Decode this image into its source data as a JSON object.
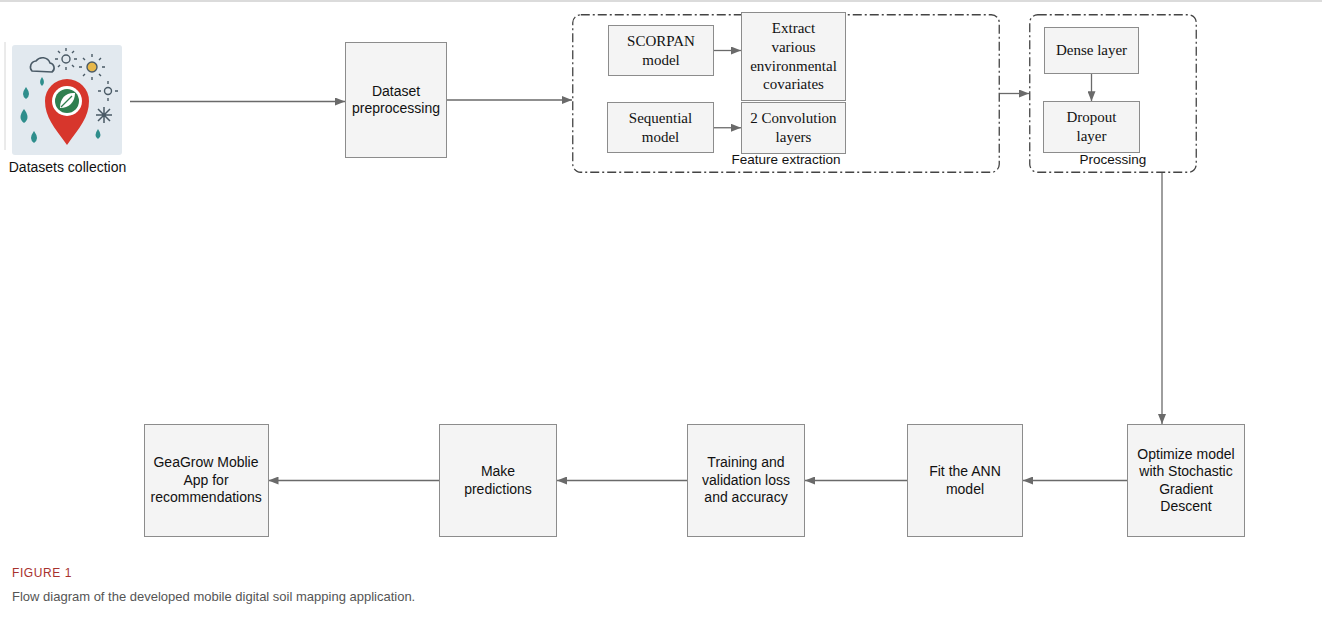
{
  "diagram": {
    "caption": "Flow diagram of the developed mobile digital soil mapping application.",
    "nodes": [
      {
        "text": [
          "Datasets collection"
        ]
      },
      {
        "text": [
          "Dataset preprocessing"
        ]
      },
      {
        "text": [
          "Feature extraction"
        ]
      },
      {
        "text": [
          "SCORPAN model"
        ],
        "in": 2
      },
      {
        "text": [
          "Extract various environmental covariates"
        ],
        "in": 2
      },
      {
        "text": [
          "Sequential model"
        ],
        "in": 2
      },
      {
        "text": [
          "2 Convolution layers"
        ],
        "in": 2
      },
      {
        "text": [
          "Processing"
        ]
      },
      {
        "text": [
          "Dense layer"
        ],
        "in": 7
      },
      {
        "text": [
          "Dropout layer"
        ],
        "in": 7
      },
      {
        "text": [
          "Optimize model with Stochastic Gradient Descent"
        ]
      },
      {
        "text": [
          "Fit the ANN model"
        ]
      },
      {
        "text": [
          "Training and validation loss and accuracy"
        ]
      },
      {
        "text": [
          "Make predictions"
        ]
      },
      {
        "text": [
          "GeaGrow Moblie App for recommendations"
        ]
      }
    ],
    "edges": [
      {
        "from": 0,
        "to": 1,
        "arrow": "to"
      },
      {
        "from": 1,
        "to": 2,
        "arrow": "to"
      },
      {
        "from": 3,
        "to": 4,
        "arrow": "to"
      },
      {
        "from": 5,
        "to": 6,
        "arrow": "to"
      },
      {
        "from": 2,
        "to": 7,
        "arrow": "to"
      },
      {
        "from": 8,
        "to": 9,
        "arrow": "to"
      },
      {
        "from": 7,
        "to": 10,
        "arrow": "to"
      },
      {
        "from": 10,
        "to": 11,
        "arrow": "to"
      },
      {
        "from": 11,
        "to": 12,
        "arrow": "to"
      },
      {
        "from": 12,
        "to": 13,
        "arrow": "to"
      },
      {
        "from": 13,
        "to": 14,
        "arrow": "to"
      }
    ],
    "labels": [
      "FIGURE 1"
    ]
  }
}
